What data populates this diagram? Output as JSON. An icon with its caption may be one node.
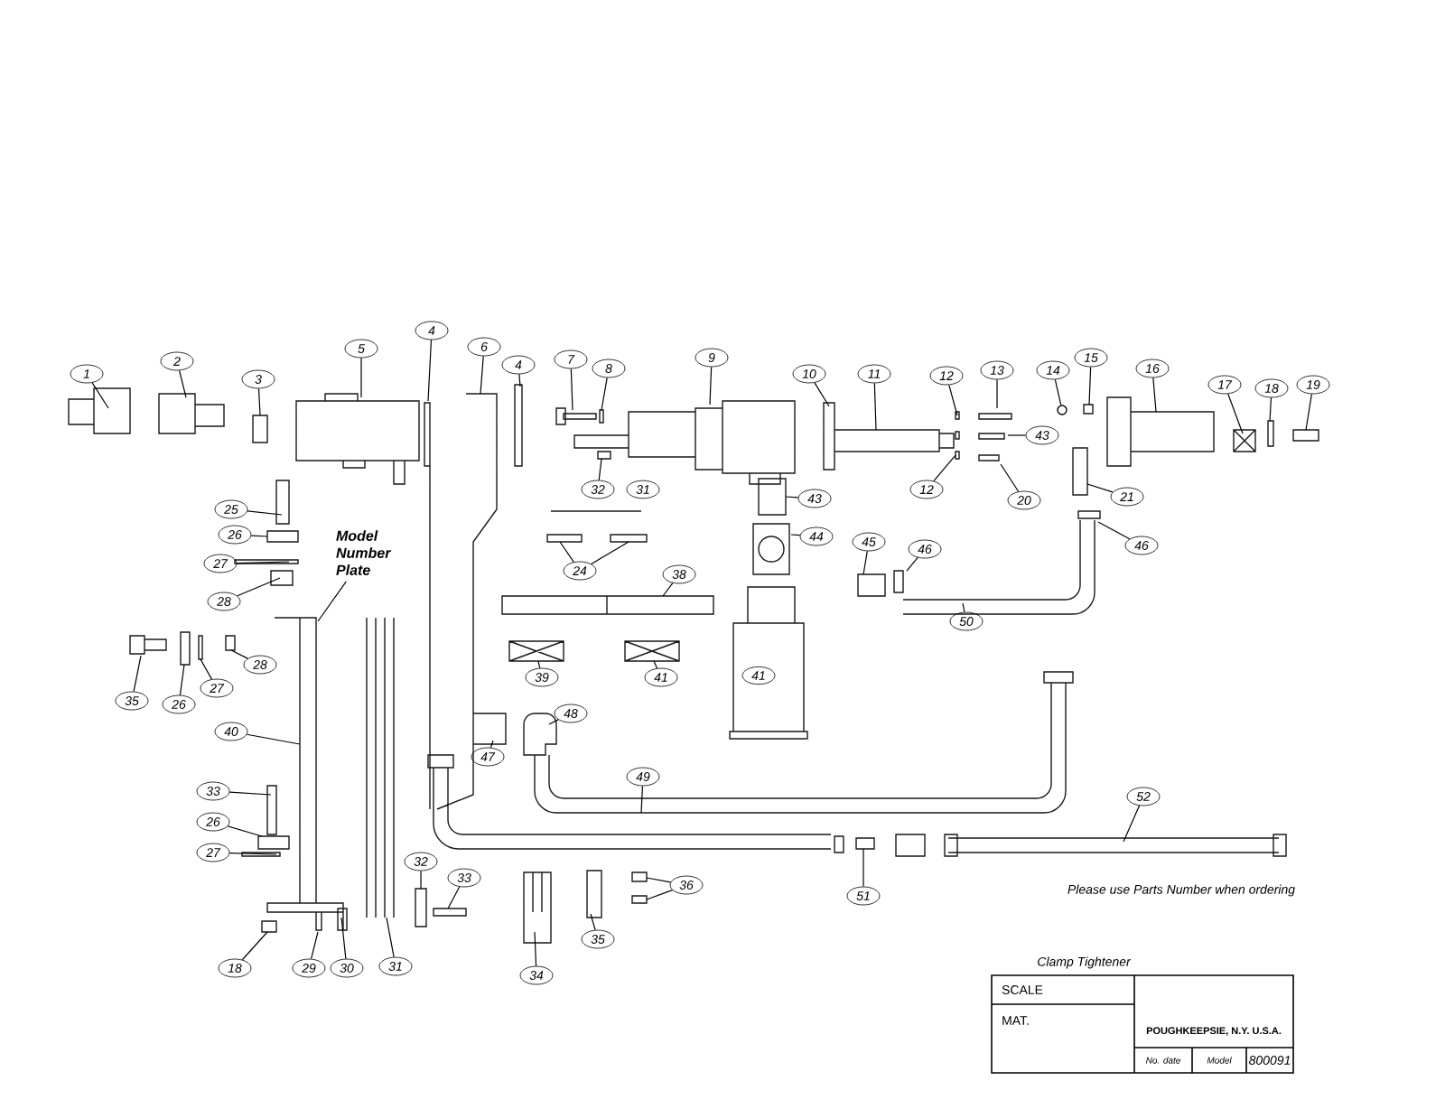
{
  "diagram": {
    "nodes": [
      {
        "text": [
          "1"
        ]
      },
      {
        "text": [
          "2"
        ]
      },
      {
        "text": [
          "3"
        ]
      },
      {
        "text": [
          "5"
        ]
      },
      {
        "text": [
          "4"
        ]
      },
      {
        "text": [
          "6"
        ]
      },
      {
        "text": [
          "4"
        ]
      },
      {
        "text": [
          "7"
        ]
      },
      {
        "text": [
          "8"
        ]
      },
      {
        "text": [
          "9"
        ]
      },
      {
        "text": [
          "10"
        ]
      },
      {
        "text": [
          "11"
        ]
      },
      {
        "text": [
          "12"
        ]
      },
      {
        "text": [
          "13"
        ]
      },
      {
        "text": [
          "14"
        ]
      },
      {
        "text": [
          "15"
        ]
      },
      {
        "text": [
          "16"
        ]
      },
      {
        "text": [
          "17"
        ]
      },
      {
        "text": [
          "18"
        ]
      },
      {
        "text": [
          "19"
        ]
      },
      {
        "text": [
          "25"
        ]
      },
      {
        "text": [
          "26"
        ]
      },
      {
        "text": [
          "32"
        ]
      },
      {
        "text": [
          "12"
        ]
      },
      {
        "text": [
          "43"
        ]
      },
      {
        "text": [
          "20"
        ]
      },
      {
        "text": [
          "21"
        ]
      },
      {
        "text": [
          "27"
        ]
      },
      {
        "text": [
          "28"
        ]
      },
      {
        "text": [
          "Model Number Plate"
        ]
      },
      {
        "text": [
          "43"
        ]
      },
      {
        "text": [
          "44"
        ]
      },
      {
        "text": [
          "45"
        ]
      },
      {
        "text": [
          "46"
        ]
      },
      {
        "text": [
          "46"
        ]
      },
      {
        "text": [
          "24"
        ]
      },
      {
        "text": [
          "38"
        ]
      },
      {
        "text": [
          "50"
        ]
      },
      {
        "text": [
          "35"
        ]
      },
      {
        "text": [
          "26"
        ]
      },
      {
        "text": [
          "27"
        ]
      },
      {
        "text": [
          "28"
        ]
      },
      {
        "text": [
          "39"
        ]
      },
      {
        "text": [
          "41"
        ]
      },
      {
        "text": [
          "48"
        ]
      },
      {
        "text": [
          "40"
        ]
      },
      {
        "text": [
          "47"
        ]
      },
      {
        "text": [
          "49"
        ]
      },
      {
        "text": [
          "33"
        ]
      },
      {
        "text": [
          "26"
        ]
      },
      {
        "text": [
          "27"
        ]
      },
      {
        "text": [
          "52"
        ]
      },
      {
        "text": [
          "32"
        ]
      },
      {
        "text": [
          "33"
        ]
      },
      {
        "text": [
          "36"
        ]
      },
      {
        "text": [
          "51"
        ]
      },
      {
        "text": [
          "35"
        ]
      },
      {
        "text": [
          "18"
        ]
      },
      {
        "text": [
          "29"
        ]
      },
      {
        "text": [
          "30"
        ]
      },
      {
        "text": [
          "31"
        ]
      },
      {
        "text": [
          "34"
        ]
      },
      {
        "text": [],
        "shape": "circle"
      }
    ],
    "edges": [
      {
        "from": 0,
        "to": null,
        "arrow": "none"
      },
      {
        "from": 1,
        "to": null,
        "arrow": "none"
      },
      {
        "from": 2,
        "to": null,
        "arrow": "none"
      },
      {
        "from": 3,
        "to": null,
        "arrow": "none"
      },
      {
        "from": 4,
        "to": null,
        "arrow": "none"
      },
      {
        "from": 5,
        "to": null,
        "arrow": "none"
      },
      {
        "from": 6,
        "to": null,
        "arrow": "none"
      },
      {
        "from": 7,
        "to": null,
        "arrow": "none"
      },
      {
        "from": 8,
        "to": null,
        "arrow": "none"
      },
      {
        "from": 9,
        "to": null,
        "arrow": "none"
      },
      {
        "from": 10,
        "to": null,
        "arrow": "none"
      },
      {
        "from": 11,
        "to": null,
        "arrow": "none"
      },
      {
        "from": 12,
        "to": null,
        "arrow": "none"
      },
      {
        "from": 13,
        "to": null,
        "arrow": "none"
      },
      {
        "from": 14,
        "to": 62,
        "arrow": "none"
      },
      {
        "from": 15,
        "to": null,
        "arrow": "none"
      },
      {
        "from": 16,
        "to": null,
        "arrow": "none"
      },
      {
        "from": 17,
        "to": null,
        "arrow": "none"
      },
      {
        "from": 18,
        "to": null,
        "arrow": "none"
      },
      {
        "from": 19,
        "to": null,
        "arrow": "none"
      },
      {
        "from": 20,
        "to": null,
        "arrow": "none"
      },
      {
        "from": 21,
        "to": null,
        "arrow": "none"
      },
      {
        "from": 22,
        "to": null,
        "arrow": "none"
      },
      {
        "from": 23,
        "to": null,
        "arrow": "none"
      },
      {
        "from": 24,
        "to": null,
        "arrow": "none"
      },
      {
        "from": 25,
        "to": null,
        "arrow": "none"
      },
      {
        "from": 26,
        "to": null,
        "arrow": "none"
      },
      {
        "from": 27,
        "to": null,
        "arrow": "none"
      },
      {
        "from": 28,
        "to": null,
        "arrow": "none"
      },
      {
        "from": 29,
        "to": null,
        "arrow": "none"
      },
      {
        "from": 30,
        "to": null,
        "arrow": "none"
      },
      {
        "from": 31,
        "to": null,
        "arrow": "none"
      },
      {
        "from": 32,
        "to": null,
        "arrow": "none"
      },
      {
        "from": 33,
        "to": null,
        "arrow": "none"
      },
      {
        "from": 34,
        "to": null,
        "arrow": "none"
      },
      {
        "from": 35,
        "to": null,
        "arrow": "none"
      },
      {
        "from": 35,
        "to": null,
        "arrow": "none"
      },
      {
        "from": 36,
        "to": null,
        "arrow": "none"
      },
      {
        "from": 37,
        "to": null,
        "arrow": "none"
      },
      {
        "from": 38,
        "to": null,
        "arrow": "none"
      },
      {
        "from": 39,
        "to": null,
        "arrow": "none"
      },
      {
        "from": 40,
        "to": null,
        "arrow": "none"
      },
      {
        "from": 41,
        "to": null,
        "arrow": "none"
      },
      {
        "from": 42,
        "to": null,
        "arrow": "none"
      },
      {
        "from": 43,
        "to": null,
        "arrow": "none"
      },
      {
        "from": 44,
        "to": null,
        "arrow": "none"
      },
      {
        "from": 45,
        "to": null,
        "arrow": "none"
      },
      {
        "from": 46,
        "to": null,
        "arrow": "none"
      },
      {
        "from": 47,
        "to": null,
        "arrow": "none"
      },
      {
        "from": 48,
        "to": null,
        "arrow": "none"
      },
      {
        "from": 49,
        "to": null,
        "arrow": "none"
      },
      {
        "from": 50,
        "to": null,
        "arrow": "none"
      },
      {
        "from": 51,
        "to": null,
        "arrow": "none"
      },
      {
        "from": 52,
        "to": null,
        "arrow": "none"
      },
      {
        "from": 53,
        "to": null,
        "arrow": "none"
      },
      {
        "from": 54,
        "to": null,
        "arrow": "none"
      },
      {
        "from": 54,
        "to": null,
        "arrow": "none"
      },
      {
        "from": 55,
        "to": null,
        "arrow": "none"
      },
      {
        "from": 56,
        "to": null,
        "arrow": "none"
      },
      {
        "from": 57,
        "to": null,
        "arrow": "none"
      },
      {
        "from": 58,
        "to": null,
        "arrow": "none"
      },
      {
        "from": 59,
        "to": null,
        "arrow": "none"
      },
      {
        "from": 60,
        "to": null,
        "arrow": "none"
      },
      {
        "from": 61,
        "to": null,
        "arrow": "none"
      }
    ],
    "labels": [
      "31",
      "41",
      "Please use Parts Number when ordering",
      "Clamp Tightener",
      "SCALE",
      "MAT.",
      "POUGHKEEPSIE, N.Y. U.S.A.",
      "No. date",
      "Model",
      "800091"
    ]
  }
}
